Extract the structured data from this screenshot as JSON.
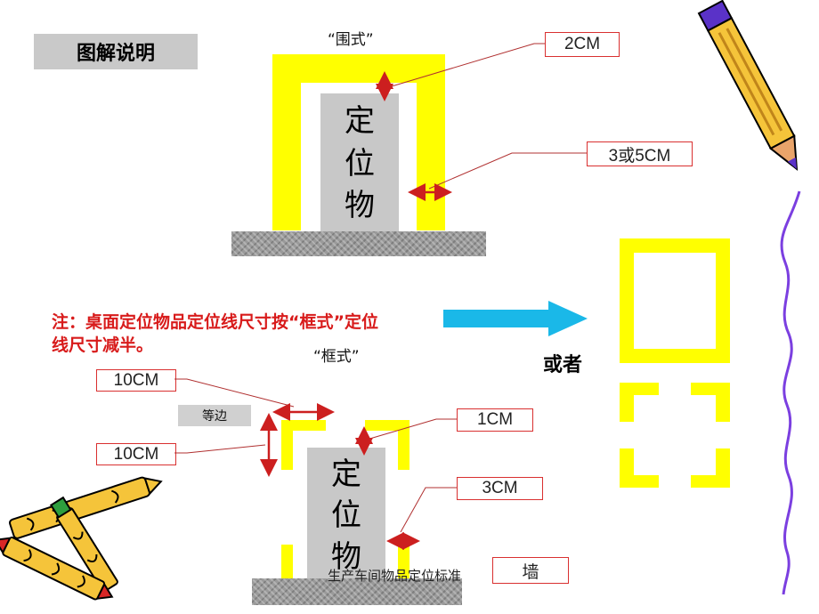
{
  "title": "图解说明",
  "top_diagram": {
    "caption": "“围式”",
    "object_chars": [
      "定",
      "位",
      "物"
    ],
    "label_gap": "2CM",
    "label_width": "3或5CM"
  },
  "note": "注：桌面定位物品定位线尺寸按“框式”定位线尺寸减半。",
  "bottom_diagram": {
    "caption": "“框式”",
    "object_chars": [
      "定",
      "位",
      "物"
    ],
    "label_length_h": "10CM",
    "label_length_v": "10CM",
    "label_equal": "等边",
    "label_gap": "1CM",
    "label_width": "3CM",
    "label_wall": "墙"
  },
  "or_text": "或者",
  "footer": "生产车间物品定位标准",
  "colors": {
    "line_yellow": "#ffff00",
    "label_border": "#d93030",
    "arrow_red": "#cc1f1f",
    "note_red": "#d81b1b",
    "big_arrow": "#1ab8e8",
    "object_grey": "#c8c8c8"
  }
}
